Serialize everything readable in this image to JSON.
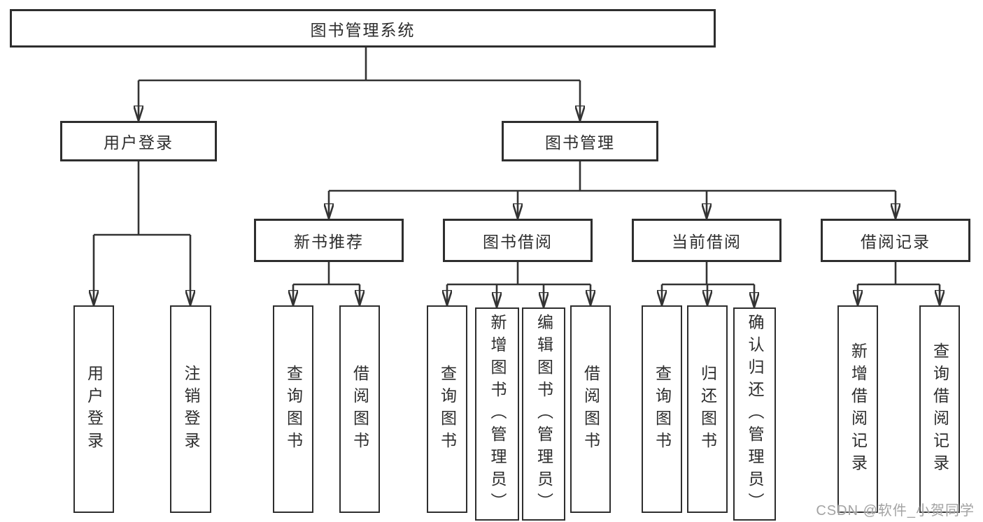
{
  "tree": {
    "label": "图书管理系统",
    "children": [
      {
        "label": "用户登录",
        "children": [
          {
            "label": "用户登录"
          },
          {
            "label": "注销登录"
          }
        ]
      },
      {
        "label": "图书管理",
        "children": [
          {
            "label": "新书推荐",
            "children": [
              {
                "label": "查询图书"
              },
              {
                "label": "借阅图书"
              }
            ]
          },
          {
            "label": "图书借阅",
            "children": [
              {
                "label": "查询图书"
              },
              {
                "label": "新增图书（管理员）"
              },
              {
                "label": "编辑图书（管理员）"
              },
              {
                "label": "借阅图书"
              }
            ]
          },
          {
            "label": "当前借阅",
            "children": [
              {
                "label": "查询图书"
              },
              {
                "label": "归还图书"
              },
              {
                "label": "确认归还（管理员）"
              }
            ]
          },
          {
            "label": "借阅记录",
            "children": [
              {
                "label": "新增借阅记录"
              },
              {
                "label": "查询借阅记录"
              }
            ]
          }
        ]
      }
    ]
  },
  "watermark": {
    "text": "CSDN @软件_小贺同学"
  },
  "style": {
    "line_color": "#333333",
    "border_color": "#2e2e2e",
    "text_color": "#2d2d2d",
    "watermark_color": "#a3a3a3",
    "background": "#ffffff"
  }
}
